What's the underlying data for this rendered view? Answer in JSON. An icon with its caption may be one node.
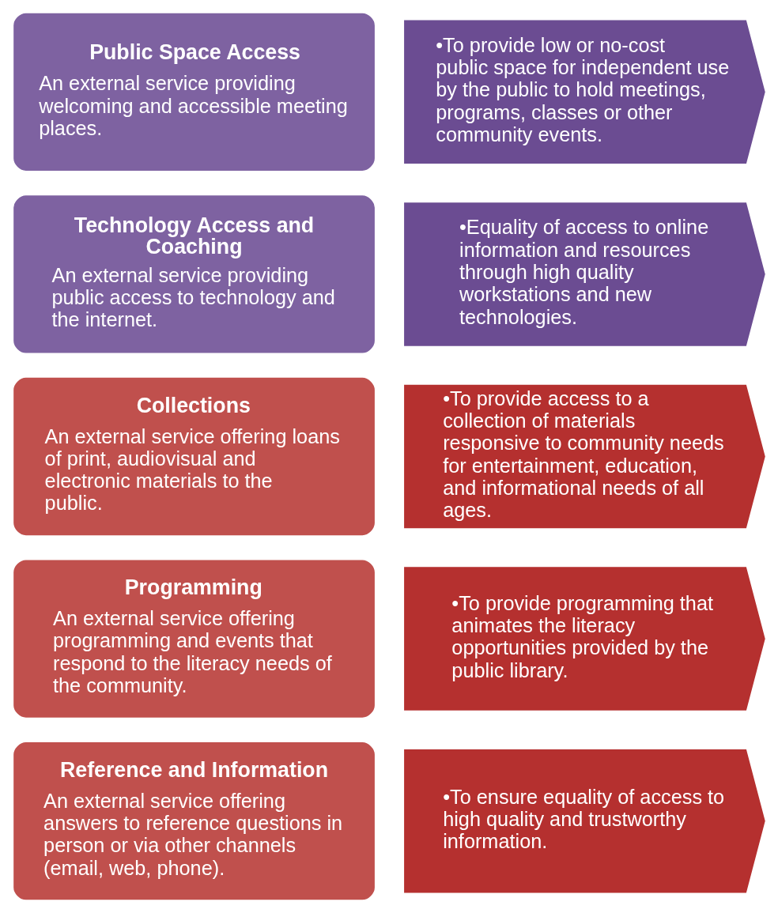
{
  "diagram": {
    "nodes": [
      {
        "text": [
          "Public Space Access",
          "An external service providing welcoming and accessible meeting places."
        ]
      },
      {
        "text": [
          "•To provide low or no-cost public space for independent use by the public to hold meetings, programs, classes or other community events."
        ]
      },
      {
        "text": [
          "Technology Access and Coaching",
          "An external service providing public access to technology and the internet."
        ]
      },
      {
        "text": [
          "•Equality of access to online information and resources through high quality workstations and new technologies."
        ]
      },
      {
        "text": [
          "Collections",
          "An external service offering loans of print, audiovisual and electronic materials to the public."
        ]
      },
      {
        "text": [
          "•To provide access to a collection of materials responsive to community needs for entertainment, education, and informational needs of all ages."
        ]
      },
      {
        "text": [
          "Programming",
          "An external service offering programming and events that respond to the literacy needs of the community."
        ]
      },
      {
        "text": [
          "•To provide programming that animates the literacy opportunities provided by the public library."
        ]
      },
      {
        "text": [
          "Reference and Information",
          "An external service offering answers to reference questions in person or via other channels (email, web, phone)."
        ]
      },
      {
        "text": [
          "•To ensure equality of access to high quality and trustworthy information."
        ]
      }
    ],
    "edges": []
  }
}
